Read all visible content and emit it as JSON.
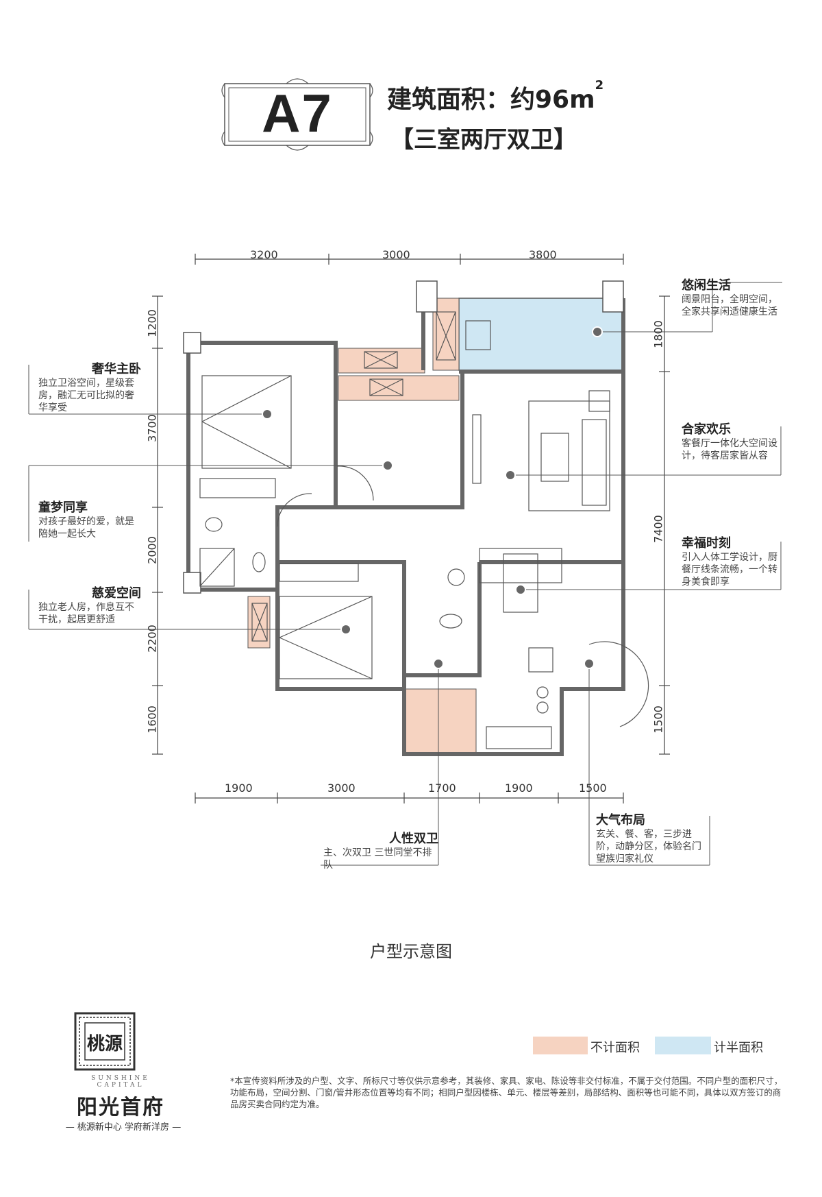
{
  "header": {
    "unit_code": "A7",
    "area_label": "建筑面积：约96m",
    "area_sup": "2",
    "layout": "【三室两厅双卫】"
  },
  "dims": {
    "top": [
      "3200",
      "3000",
      "3800"
    ],
    "bottom": [
      "1900",
      "3000",
      "1700",
      "1900",
      "1500"
    ],
    "left": [
      "1200",
      "3700",
      "2000",
      "2200",
      "1600"
    ],
    "right": [
      "1800",
      "7400",
      "1500"
    ]
  },
  "callouts": {
    "leisure": {
      "title": "悠闲生活",
      "desc": "阔景阳台，全明空间，全家共享闲适健康生活"
    },
    "master": {
      "title": "奢华主卧",
      "desc": "独立卫浴空间，星级套房，融汇无可比拟的奢华享受"
    },
    "family": {
      "title": "合家欢乐",
      "desc": "客餐厅一体化大空间设计，待客居家皆从容"
    },
    "kids": {
      "title": "童梦同享",
      "desc": "对孩子最好的爱，就是陪她一起长大"
    },
    "dining": {
      "title": "幸福时刻",
      "desc": "引入人体工学设计，厨餐厅线条流畅，一个转身美食即享"
    },
    "elder": {
      "title": "慈爱空间",
      "desc": "独立老人房，作息互不干扰，起居更舒适"
    },
    "bath": {
      "title": "人性双卫",
      "desc": "主、次双卫 三世同堂不排队"
    },
    "grand": {
      "title": "大气布局",
      "desc": "玄关、餐、客，三步进阶，动静分区，体验名门望族归家礼仪"
    }
  },
  "caption": "户型示意图",
  "legend": [
    {
      "label": "不计面积",
      "color": "#f6d3c1"
    },
    {
      "label": "计半面积",
      "color": "#cfe7f3"
    }
  ],
  "disclaimer": "*本宣传资料所涉及的户型、文字、所标尺寸等仅供示意参考，其装修、家具、家电、陈设等非交付标准，不属于交付范围。不同户型的面积尺寸，功能布局，空间分割、门窗/管井形态位置等均有不同；相同户型因楼栋、单元、楼层等差别，局部结构、面积等也可能不同，具体以双方签订的商品房买卖合同约定为准。",
  "brand": {
    "en": "SUNSHINE CAPITAL",
    "cn": "阳光首府",
    "slogan": "— 桃源新中心  学府新洋房 —",
    "logo_text": "桃源"
  },
  "colors": {
    "unplanned": "#f6d3c1",
    "half": "#cfe7f3",
    "wall": "#666666"
  }
}
